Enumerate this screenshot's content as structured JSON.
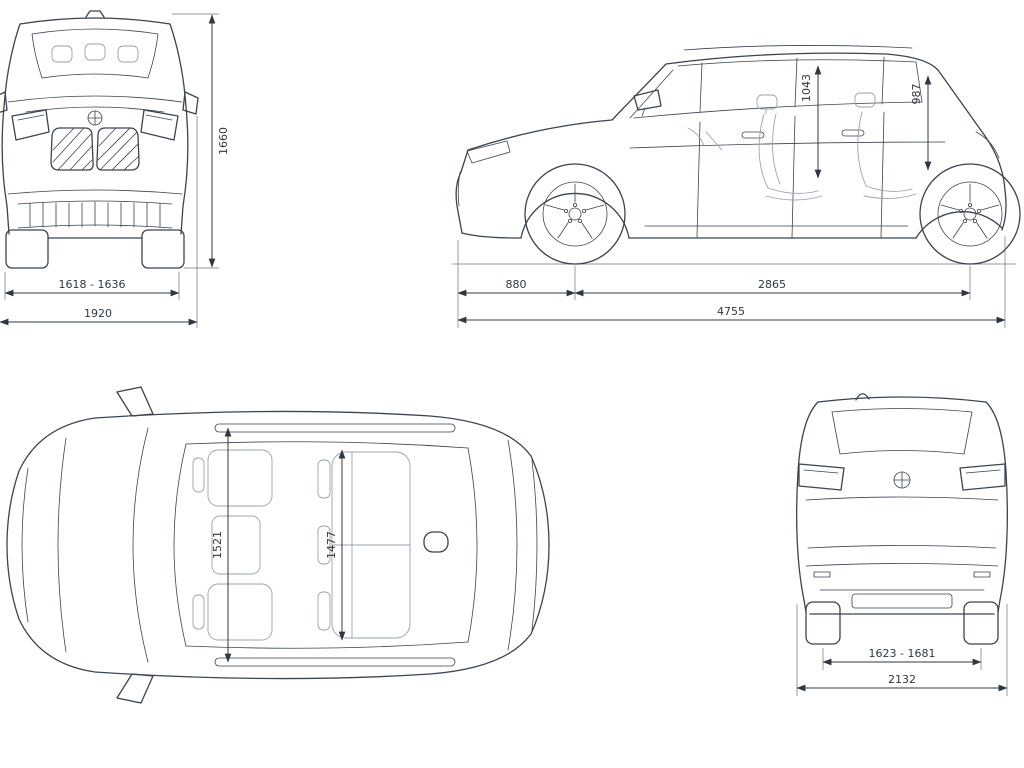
{
  "palette": {
    "outline": "#3a4450",
    "interior": "#9aa3ad",
    "dimension": "#2f3842",
    "background": "#ffffff"
  },
  "icons": {
    "brand": "bmw-roundel-icon"
  },
  "views": {
    "front": {
      "dims": {
        "height": "1660",
        "track": "1618 - 1636",
        "overall_width": "1920"
      }
    },
    "side": {
      "dims": {
        "headroom_front": "1043",
        "headroom_rear": "987",
        "front_overhang": "880",
        "wheelbase": "2865",
        "length": "4755"
      }
    },
    "top": {
      "dims": {
        "interior_width_front": "1521",
        "interior_width_rear": "1477"
      }
    },
    "rear": {
      "dims": {
        "track": "1623 - 1681",
        "overall_width": "2132"
      }
    }
  }
}
